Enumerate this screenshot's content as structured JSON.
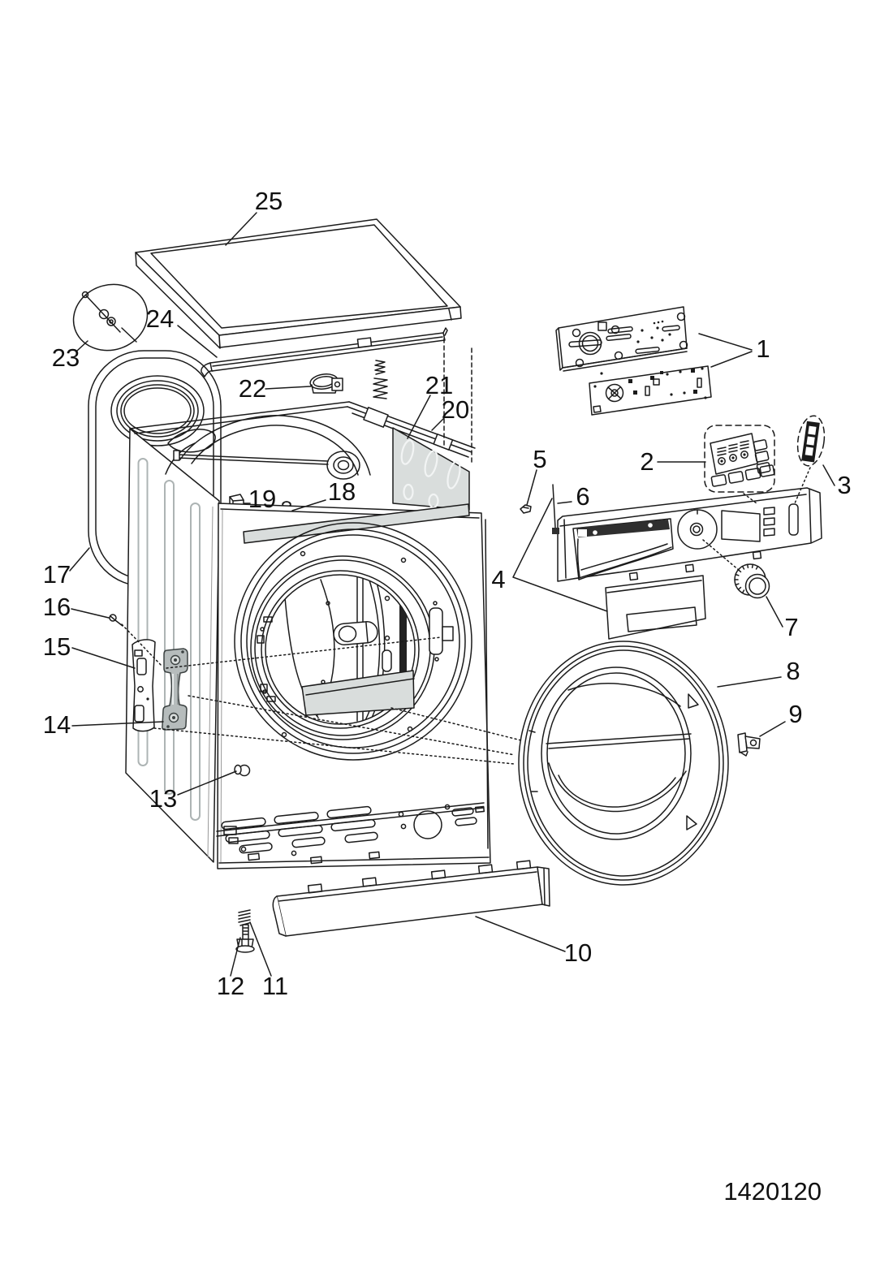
{
  "diagram": {
    "doc_number": "1420120",
    "callouts": {
      "c1": "1",
      "c2": "2",
      "c3": "3",
      "c4": "4",
      "c5": "5",
      "c6": "6",
      "c7": "7",
      "c8": "8",
      "c9": "9",
      "c10": "10",
      "c11": "11",
      "c12": "12",
      "c13": "13",
      "c14": "14",
      "c15": "15",
      "c16": "16",
      "c17": "17",
      "c18": "18",
      "c19": "19",
      "c20": "20",
      "c21": "21",
      "c22": "22",
      "c23": "23",
      "c24": "24",
      "c25": "25"
    }
  }
}
